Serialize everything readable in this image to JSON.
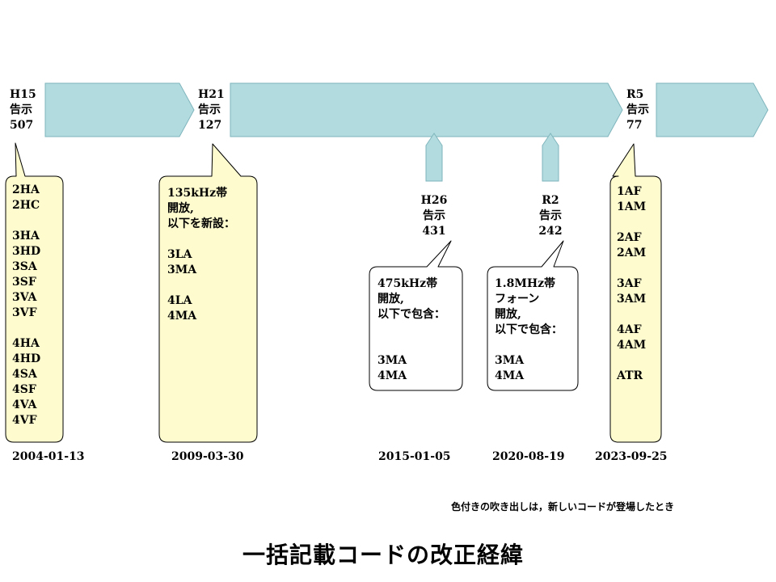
{
  "colors": {
    "arrow_fill": "#b2dbe0",
    "arrow_stroke": "#7fb5bc",
    "highlight_callout_fill": "#fefccf",
    "plain_callout_fill": "#ffffff",
    "callout_stroke": "#000000"
  },
  "notices": [
    {
      "label": "H15\n告示\n507",
      "date": "2004-01-13",
      "callout": "2HA\n2HC\n\n3HA\n3HD\n3SA\n3SF\n3VA\n3VF\n\n4HA\n4HD\n4SA\n4SF\n4VA\n4VF",
      "highlighted": true
    },
    {
      "label": "H21\n告示\n127",
      "date": "2009-03-30",
      "callout": "135kHz帯\n開放,\n以下を新設：\n\n3LA\n3MA\n\n4LA\n4MA",
      "highlighted": true
    },
    {
      "label": "H26\n告示\n431",
      "date": "2015-01-05",
      "callout": "475kHz帯\n開放,\n以下で包含：\n\n\n3MA\n4MA",
      "highlighted": false
    },
    {
      "label": "R2\n告示\n242",
      "date": "2020-08-19",
      "callout": "1.8MHz帯\nフォーン\n開放,\n以下で包含：\n\n3MA\n4MA",
      "highlighted": false
    },
    {
      "label": "R5\n告示\n77",
      "date": "2023-09-25",
      "callout": "1AF\n1AM\n\n2AF\n2AM\n\n3AF\n3AM\n\n4AF\n4AM\n\nATR",
      "highlighted": true
    }
  ],
  "legend_note": "色付きの吹き出しは，新しいコードが登場したとき",
  "title": "一括記載コードの改正経緯"
}
